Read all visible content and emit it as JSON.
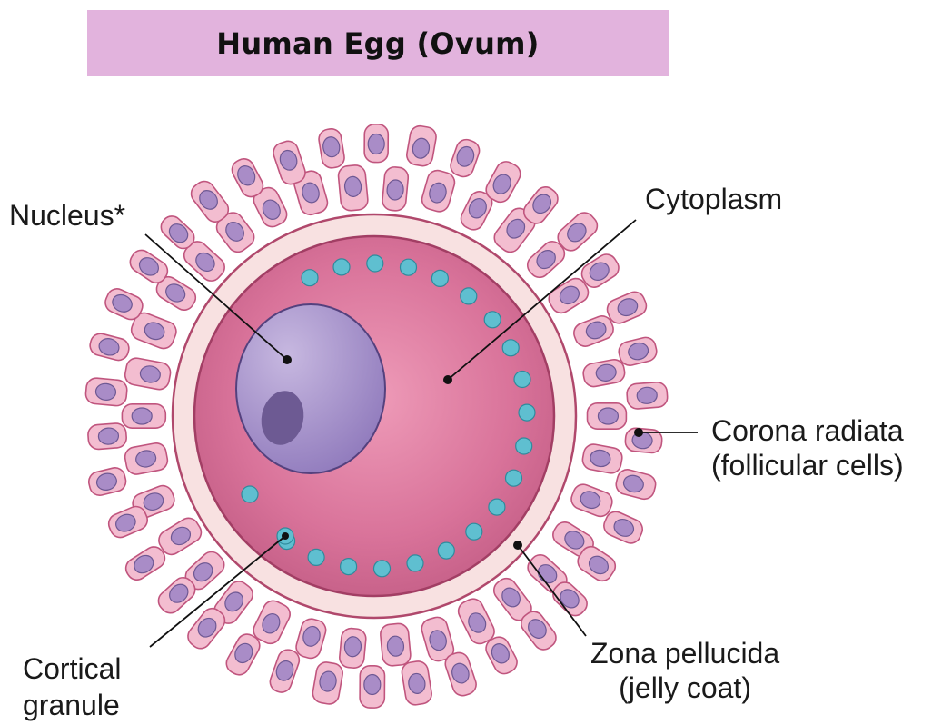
{
  "title": "Human Egg (Ovum)",
  "labels": {
    "nucleus": "Nucleus*",
    "cytoplasm": "Cytoplasm",
    "corona_line1": "Corona radiata",
    "corona_line2": "(follicular cells)",
    "zona_line1": "Zona pellucida",
    "zona_line2": "(jelly coat)",
    "cortical_line1": "Cortical",
    "cortical_line2": "granule"
  },
  "colors": {
    "title_background": "#e2b3dd",
    "follicle_cell": "#f3bdd0",
    "follicle_nucleus": "#a98cc7",
    "zona_pellucida": "#f8e1e1",
    "cytoplasm": "#d9739a",
    "nucleus": "#9f8cc6",
    "nucleolus": "#6d5a93",
    "cortical_granule": "#5fbfd0"
  }
}
